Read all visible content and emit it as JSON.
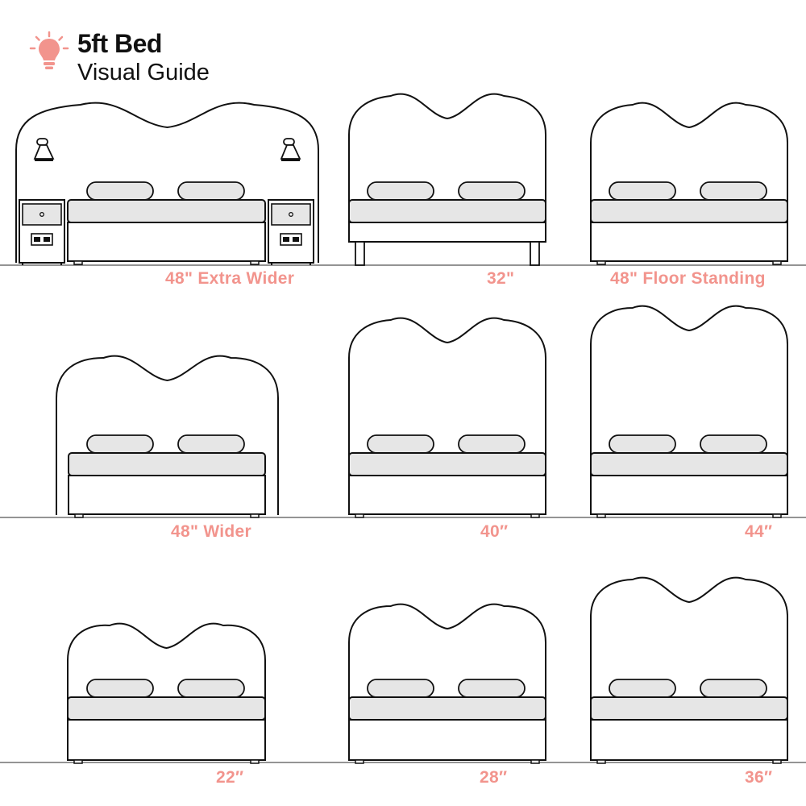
{
  "title": "5ft Bed",
  "subtitle": "Visual Guide",
  "colors": {
    "accent": "#f2948d",
    "line": "#111111",
    "fill": "#e6e6e6"
  },
  "icons": {
    "header": "lightbulb-icon",
    "socket": "power-socket-icon",
    "lamp": "wall-lamp-icon"
  },
  "beds": [
    {
      "label": "48\" Extra Wider",
      "variant": "extra-wider",
      "nightstands": true
    },
    {
      "label": "32\"",
      "variant": "legs"
    },
    {
      "label": "48\" Floor Standing",
      "variant": "floor-standing"
    },
    {
      "label": "48\"  Wider",
      "variant": "wider"
    },
    {
      "label": "40″",
      "variant": "standard"
    },
    {
      "label": "44″",
      "variant": "standard"
    },
    {
      "label": "22″",
      "variant": "standard"
    },
    {
      "label": "28″",
      "variant": "standard"
    },
    {
      "label": "36″",
      "variant": "standard"
    }
  ]
}
